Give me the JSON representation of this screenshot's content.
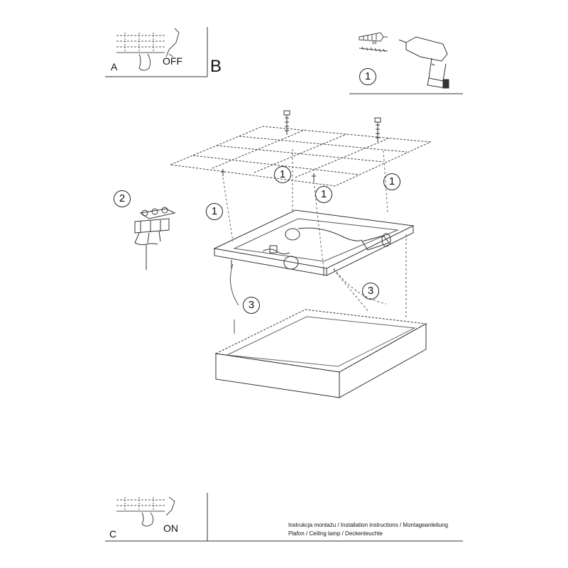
{
  "panels": {
    "a": {
      "letter": "A",
      "state": "OFF"
    },
    "b": {
      "letter": "B"
    },
    "c": {
      "letter": "C",
      "state": "ON"
    }
  },
  "tools": {
    "step": "1",
    "quantity": "x3"
  },
  "assembly": {
    "step_ceiling_1": "1",
    "step_ceiling_2": "1",
    "step_ceiling_3": "1",
    "step_left": "1",
    "step_wiring": "2",
    "step_cover_left": "3",
    "step_cover_right": "3"
  },
  "footer": {
    "line1": "Instrukcja montażu / Installation instructions / Montageanleitung",
    "line2": "Plafon / Ceiling lamp / Deckenleuchte"
  }
}
